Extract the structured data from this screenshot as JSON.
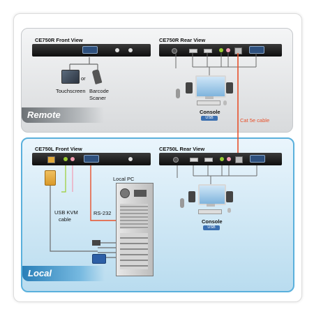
{
  "remote": {
    "label": "Remote",
    "front_title": "CE750R Front View",
    "rear_title": "CE750R Rear View",
    "touchscreen": "Touchscreen",
    "or": "or",
    "barcode": "Barcode",
    "scanner": "Scaner",
    "console": "Console",
    "usb_badge": "USB"
  },
  "link_label": "Cat 5e cable",
  "local": {
    "label": "Local",
    "front_title": "CE750L Front View",
    "rear_title": "CE750L Rear View",
    "local_pc": "Local PC",
    "rs232": "RS-232",
    "usb_kvm_1": "USB KVM",
    "usb_kvm_2": "cable",
    "console": "Console",
    "usb_badge": "USB"
  },
  "colors": {
    "link": "#e8502a",
    "cable": "#6b6b6b",
    "local_border": "#5ab0dc"
  }
}
